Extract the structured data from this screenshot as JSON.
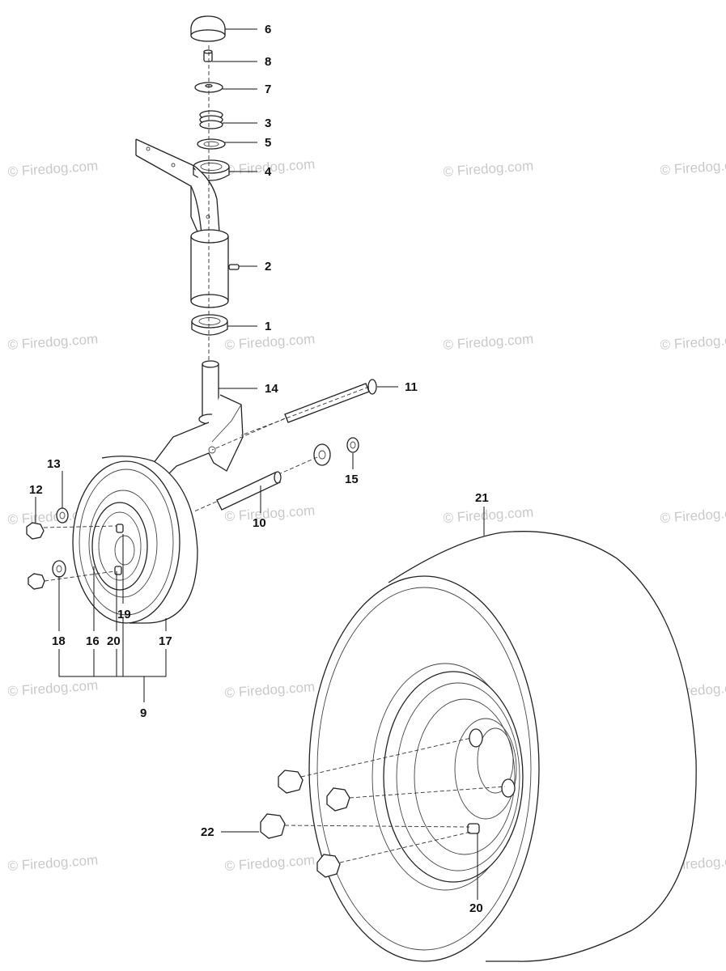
{
  "watermark": {
    "text": "© Firedog.com"
  },
  "callouts": [
    {
      "id": "c6",
      "label": "6"
    },
    {
      "id": "c8",
      "label": "8"
    },
    {
      "id": "c7",
      "label": "7"
    },
    {
      "id": "c3",
      "label": "3"
    },
    {
      "id": "c5",
      "label": "5"
    },
    {
      "id": "c4",
      "label": "4"
    },
    {
      "id": "c2",
      "label": "2"
    },
    {
      "id": "c1",
      "label": "1"
    },
    {
      "id": "c14",
      "label": "14"
    },
    {
      "id": "c11",
      "label": "11"
    },
    {
      "id": "c13",
      "label": "13"
    },
    {
      "id": "c12",
      "label": "12"
    },
    {
      "id": "c15",
      "label": "15"
    },
    {
      "id": "c10",
      "label": "10"
    },
    {
      "id": "c21",
      "label": "21"
    },
    {
      "id": "c19",
      "label": "19"
    },
    {
      "id": "c18",
      "label": "18"
    },
    {
      "id": "c16",
      "label": "16"
    },
    {
      "id": "c20a",
      "label": "20"
    },
    {
      "id": "c17",
      "label": "17"
    },
    {
      "id": "c9",
      "label": "9"
    },
    {
      "id": "c22",
      "label": "22"
    },
    {
      "id": "c20b",
      "label": "20"
    }
  ]
}
